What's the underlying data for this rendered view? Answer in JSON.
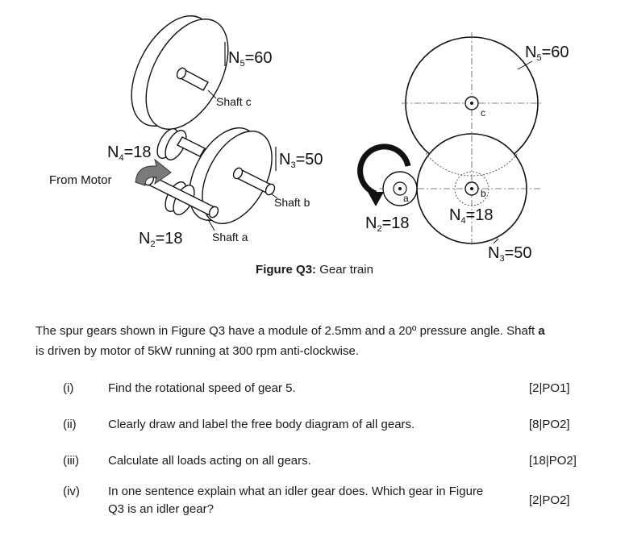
{
  "figure": {
    "left": {
      "n5": "N",
      "n5_sub": "5",
      "n5_val": "=60",
      "shaft_c": "Shaft c",
      "n4": "N",
      "n4_sub": "4",
      "n4_val": "=18",
      "from_motor": "From Motor",
      "n3": "N",
      "n3_sub": "3",
      "n3_val": "=50",
      "shaft_b": "Shaft b",
      "n2": "N",
      "n2_sub": "2",
      "n2_val": "=18",
      "shaft_a": "Shaft a"
    },
    "right": {
      "n5": "N",
      "n5_sub": "5",
      "n5_val": "=60",
      "c": "c",
      "a": "a",
      "b": "b",
      "n2": "N",
      "n2_sub": "2",
      "n2_val": "=18",
      "n4": "N",
      "n4_sub": "4",
      "n4_val": "=18",
      "n3": "N",
      "n3_sub": "3",
      "n3_val": "=50"
    }
  },
  "caption": {
    "bold": "Figure Q3:",
    "text": " Gear train"
  },
  "paragraph": {
    "part1": "The spur gears shown in Figure Q3 have a module of 2.5mm and a 20º pressure angle. Shaft ",
    "bold": "a",
    "part2": "is driven by motor of 5kW running at 300 rpm anti-clockwise."
  },
  "questions": [
    {
      "num": "(i)",
      "text": "Find the rotational speed of gear 5.",
      "marks": "[2|PO1]"
    },
    {
      "num": "(ii)",
      "text": "Clearly draw and label the free body diagram of all gears.",
      "marks": "[8|PO2]"
    },
    {
      "num": "(iii)",
      "text": "Calculate all loads acting on all gears.",
      "marks": "[18|PO2]"
    },
    {
      "num": "(iv)",
      "text": "In one sentence explain what an idler gear does. Which gear in Figure Q3 is an idler gear?",
      "marks": "[2|PO2]"
    }
  ]
}
